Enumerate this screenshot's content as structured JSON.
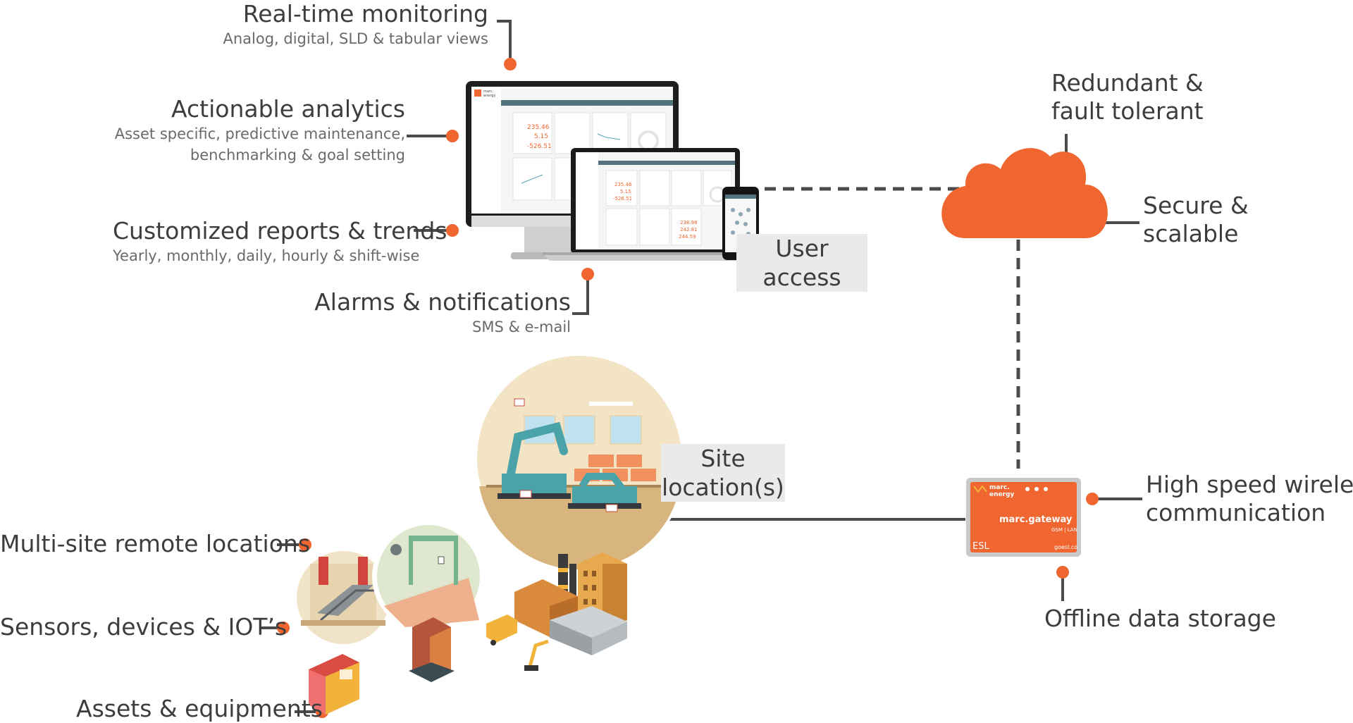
{
  "features": {
    "realtime": {
      "title": "Real-time monitoring",
      "subtitle": "Analog, digital, SLD & tabular views"
    },
    "analytics": {
      "title": "Actionable analytics",
      "subtitle_line1": "Asset specific, predictive maintenance,",
      "subtitle_line2": "benchmarking & goal setting"
    },
    "reports": {
      "title": "Customized reports & trends",
      "subtitle": "Yearly, monthly, daily, hourly & shift-wise"
    },
    "alarms": {
      "title": "Alarms & notifications",
      "subtitle": "SMS & e-mail"
    },
    "multisite": {
      "title": "Multi-site remote locations"
    },
    "sensors": {
      "title": "Sensors, devices & IOT’s"
    },
    "assets": {
      "title": "Assets & equipments"
    }
  },
  "labels": {
    "user_access_line1": "User",
    "user_access_line2": "access",
    "site_line1": "Site",
    "site_line2": "location(s)"
  },
  "cloud": {
    "redundant_line1": "Redundant &",
    "redundant_line2": "fault tolerant",
    "secure_line1": "Secure &",
    "secure_line2": "scalable"
  },
  "gateway": {
    "brand_line1": "marc.",
    "brand_line2": "energy",
    "name": "marc.gateway",
    "sub": "GSM | LAN",
    "maker": "ESL",
    "url": "goesl.co",
    "wireless_line1": "High speed wireless",
    "wireless_line2": "communication",
    "offline": "Offline data storage"
  },
  "dashboard": {
    "brand_line1": "marc.",
    "brand_line2": "energy",
    "value_a": "235.46",
    "value_b": "5.15",
    "value_c": "-526.51",
    "value_d": "238.98",
    "value_e": "242.81",
    "value_f": "244.59"
  },
  "colors": {
    "accent": "#ef6630",
    "line": "#4a4a4a",
    "label_bg": "#e9eaea"
  }
}
